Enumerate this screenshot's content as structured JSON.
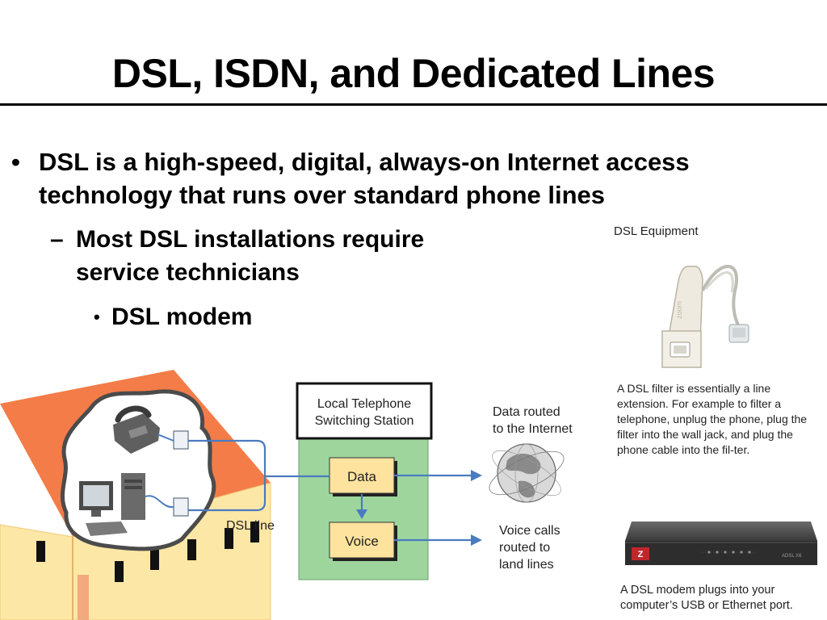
{
  "slide": {
    "title": "DSL, ISDN, and Dedicated Lines"
  },
  "bullets": {
    "level1": {
      "marker": "•",
      "text": "DSL is a high-speed, digital, always-on Internet access technology that runs over standard phone lines"
    },
    "level2": {
      "marker": "–",
      "text": "Most DSL installations require service technicians"
    },
    "level3": {
      "marker": "•",
      "text": "DSL modem"
    }
  },
  "diagram": {
    "station_title_line1": "Local Telephone",
    "station_title_line2": "Switching Station",
    "data_box": "Data",
    "voice_box": "Voice",
    "dsl_line_label": "DSL line",
    "internet_label_line1": "Data routed",
    "internet_label_line2": "to the Internet",
    "voice_label_line1": "Voice calls",
    "voice_label_line2": "routed to",
    "voice_label_line3": "land lines"
  },
  "equipment": {
    "title": "DSL Equipment",
    "filter_caption": "A DSL filter is essentially a line extension. For example to filter a telephone, unplug the phone, plug the filter into the wall jack, and plug the phone cable into the fil-ter.",
    "modem_caption": "A DSL modem plugs into your computer’s USB or Ethernet port.",
    "modem_model": "ADSL X6"
  },
  "colors": {
    "roof": "#f47c48",
    "house_wall": "#fde7a6",
    "station_fill": "#9ed59d",
    "box_fill": "#fde39e",
    "line_blue": "#4a7bc0",
    "modem_red": "#c0262c"
  }
}
